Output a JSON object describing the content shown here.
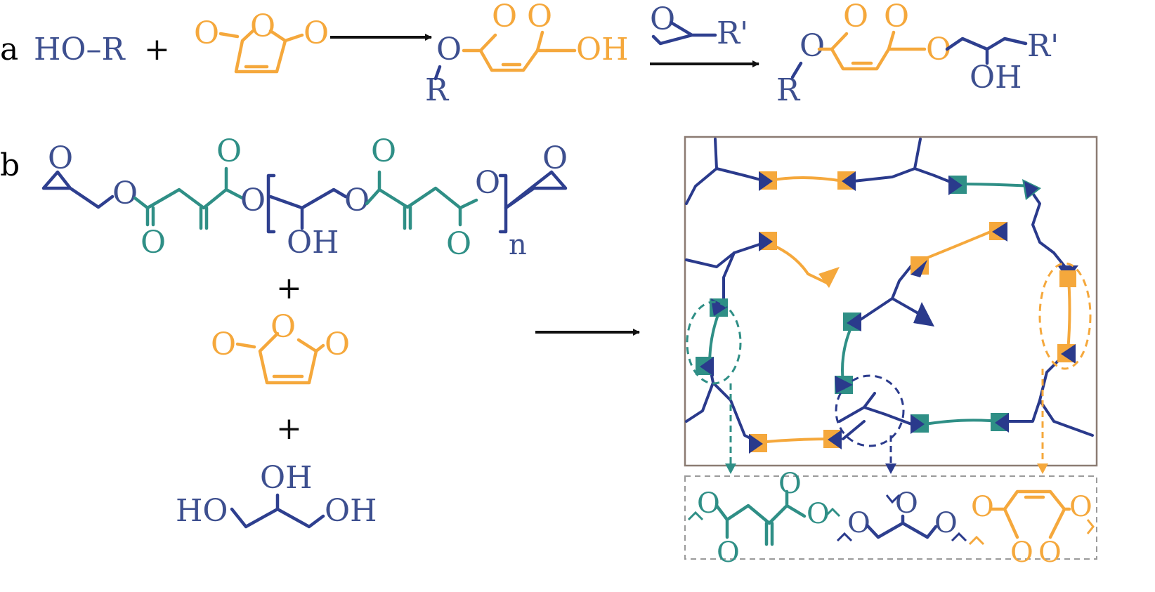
{
  "panels": {
    "a": "a",
    "b": "b"
  },
  "reaction_a": {
    "alcohol": "HO–R",
    "plus": "+",
    "anhydride_O": "O",
    "product1_O": "O",
    "product1_R": "R",
    "product1_OH": "OH",
    "epoxide_O": "O",
    "epoxide_R": "R'",
    "product2_O": "O",
    "product2_R": "R",
    "product2_OH": "OH",
    "product2_Rprime": "R'"
  },
  "reaction_b": {
    "oligomer_O": "O",
    "oligomer_OH": "OH",
    "oligomer_n": "n",
    "plus": "+",
    "anhydride_O": "O",
    "glycerol_HO": "HO",
    "glycerol_OH": "OH"
  },
  "colors": {
    "blue": "#3d4f8f",
    "orange": "#f5a83c",
    "teal": "#2f8f86",
    "network_blue": "#2a3a8c",
    "frame": "#8b7b72"
  }
}
